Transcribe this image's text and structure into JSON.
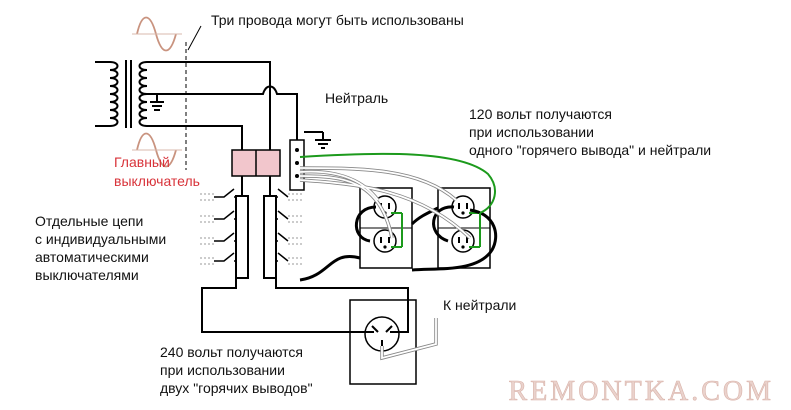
{
  "labels": {
    "three_wires": "Три провода могут быть использованы",
    "neutral": "Нейтраль",
    "v120_line1": "120 вольт получаются",
    "v120_line2": "при использовании",
    "v120_line3": "одного \"горячего вывода\" и нейтрали",
    "main_switch_line1": "Главный",
    "main_switch_line2": "выключатель",
    "circuits_line1": "Отдельные цепи",
    "circuits_line2": "с индивидуальными",
    "circuits_line3": "автоматическими",
    "circuits_line4": "выключателями",
    "to_neutral": "К нейтрали",
    "v240_line1": "240 вольт получаются",
    "v240_line2": "при использовании",
    "v240_line3": "двух \"горячих выводов\""
  },
  "watermark": "REMONTKA.COM",
  "colors": {
    "text": "#111111",
    "accent_red": "#d8333a",
    "main_switch_fill": "#f2c6cc",
    "ground_wire": "#1c9a1c",
    "wire": "#000000",
    "sine_wave": "#c9937f",
    "watermark": "#ead2cc"
  }
}
